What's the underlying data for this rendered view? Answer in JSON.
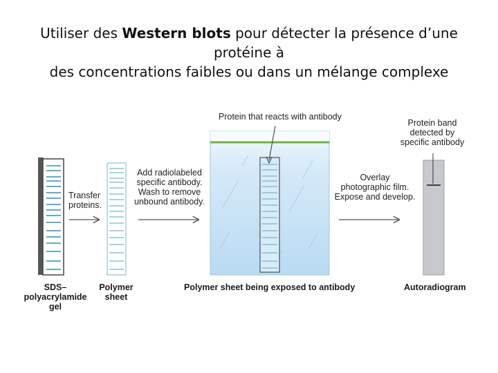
{
  "title": {
    "line1_pre": "Utiliser des ",
    "line1_bold": "Western blots",
    "line1_post": " pour détecter la présence d’une protéine à",
    "line2": "des concentrations faibles ou dans un mélange complexe"
  },
  "labels": {
    "transfer": "Transfer\nproteins.",
    "add_antibody": "Add radiolabeled\nspecific antibody.\nWash to remove\nunbound antibody.",
    "protein_reacts": "Protein that reacts with antibody",
    "overlay": "Overlay\nphotographic film.\nExpose and develop.",
    "protein_band": "Protein band\ndetected by\nspecific antibody"
  },
  "captions": {
    "gel": "SDS–\npolyacrylamide\ngel",
    "polymer_sheet": "Polymer\nsheet",
    "exposed_sheet": "Polymer sheet being exposed to antibody",
    "autoradiogram": "Autoradiogram"
  },
  "colors": {
    "band": "#2f8fb0",
    "container_fill": "#cfe6f7",
    "liquid_line": "#6db33f",
    "autoradiogram": "#c7c9cc"
  }
}
